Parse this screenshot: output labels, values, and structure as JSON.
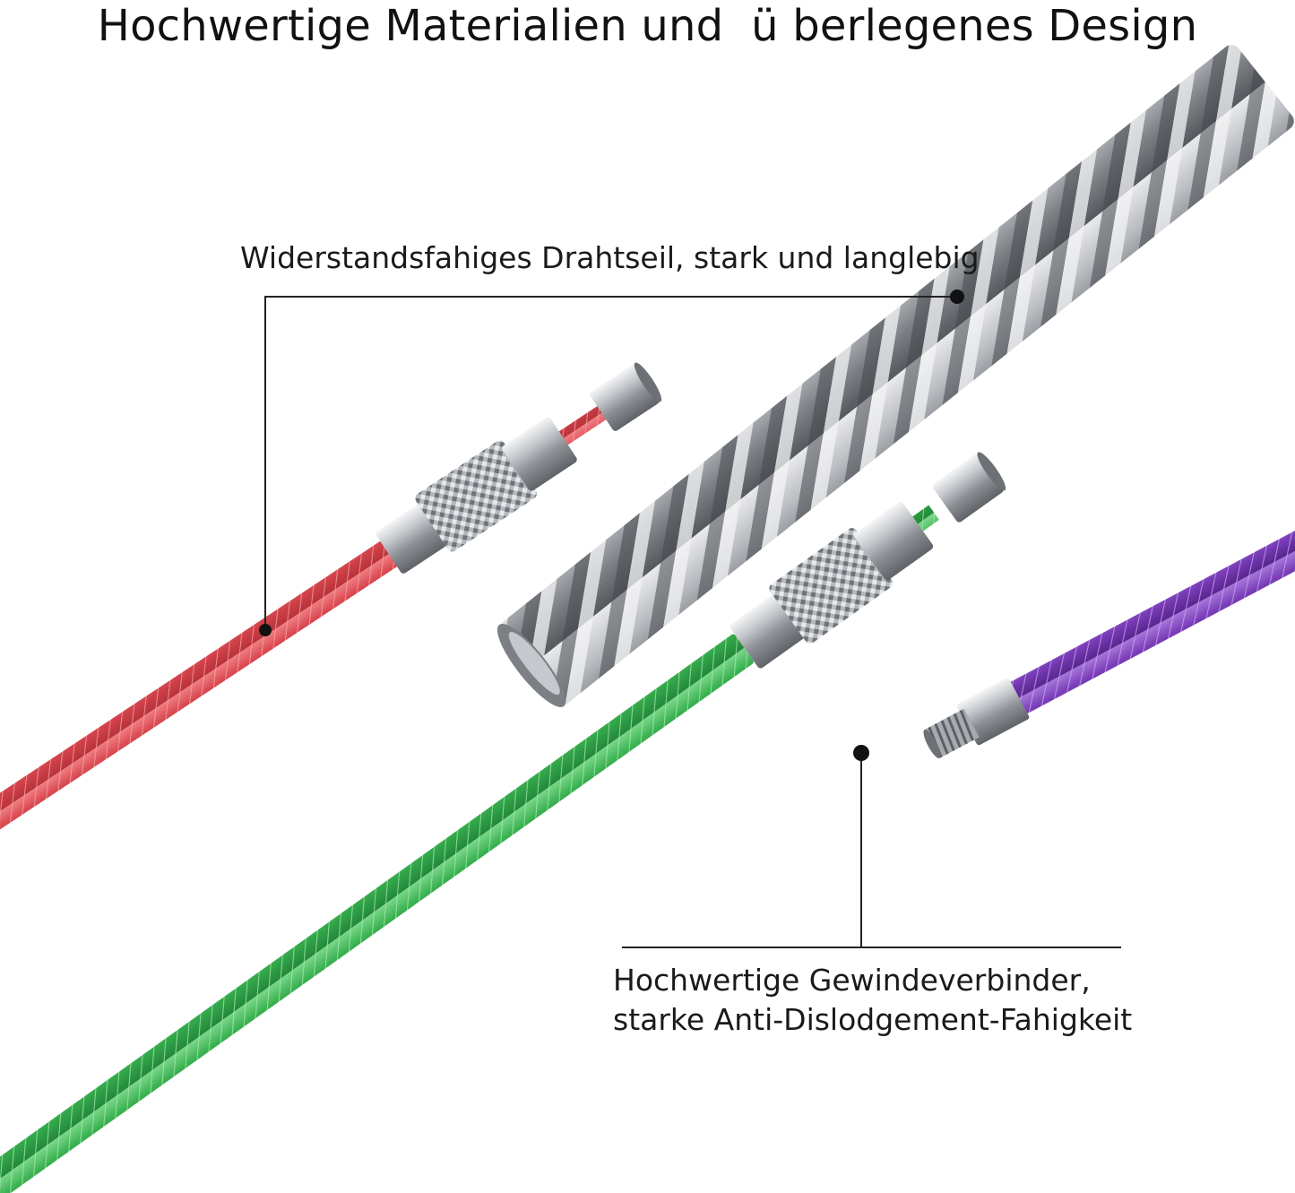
{
  "title": "Hochwertige Materialien und  ü berlegenes Design",
  "callouts": {
    "wire_rope": "Widerstandsfahiges Drahtseil, stark und langlebig",
    "connector_line1": "Hochwertige Gewindeverbinder,",
    "connector_line2": "starke Anti-Dislodgement-Fahigkeit"
  },
  "colors": {
    "background": "#ffffff",
    "text": "#111111",
    "red_cable": "#d9474f",
    "green_cable": "#38b04f",
    "purple_cable": "#7a3db8",
    "steel": "#9a9ea3",
    "callout_line": "#222222"
  },
  "icons": {
    "callout_marker": "dot-marker-icon"
  }
}
